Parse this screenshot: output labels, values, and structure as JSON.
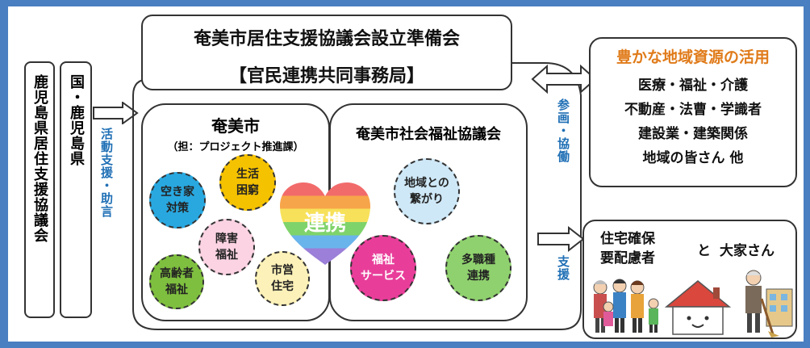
{
  "prefecture": {
    "name": "鹿児島県居住支援協議会",
    "gov": "国・鹿児島県",
    "support_label": "活動支援・助言"
  },
  "top": {
    "title": "奄美市居住支援協議会設立準備会",
    "subtitle": "【官民連携共同事務局】"
  },
  "city": {
    "name": "奄美市",
    "charge": "（担：プロジェクト推進課）",
    "circles": [
      "空き家\n対策",
      "生活\n困窮",
      "障害\n福祉",
      "高齢者\n福祉",
      "市営\n住宅"
    ]
  },
  "heart_label": "連携",
  "council": {
    "name": "奄美市社会福祉協議会",
    "circles": [
      "地域との\n繋がり",
      "福祉\nサービス",
      "多職種\n連携"
    ]
  },
  "arrow_labels": {
    "participate": "参画・協働",
    "support": "支援"
  },
  "resources": {
    "title": "豊かな地域資源の活用",
    "items": [
      "医療・福祉・介護",
      "不動産・法曹・学識者",
      "建設業・建築関係",
      "地域の皆さん 他"
    ]
  },
  "housing": {
    "label": "住宅確保\n要配慮者",
    "conj": "と",
    "landlord": "大家さん"
  },
  "colors": {
    "frame": "#4a7fc1",
    "accent_blue": "#1f6fb5",
    "resource_title": "#e07b1a",
    "circle_blue": "#29a8e0",
    "circle_yellow": "#f5c200",
    "circle_pink": "#fbd3e3",
    "circle_green": "#7fbf3f",
    "circle_lightyellow": "#fcf1b8",
    "circle_lightblue": "#cfe8f7",
    "circle_magenta": "#e83e9a",
    "circle_lightgreen": "#8fd16e"
  }
}
